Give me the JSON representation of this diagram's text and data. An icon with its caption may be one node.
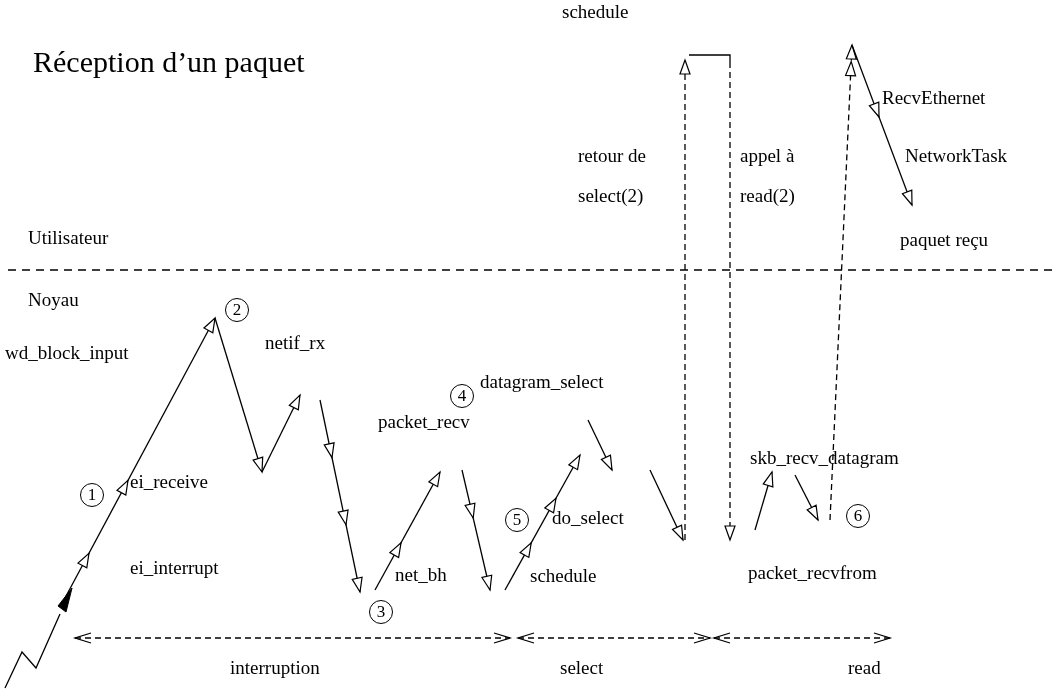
{
  "diagram": {
    "title": "Réception d’un paquet",
    "nodes": [
      {
        "text": [
          "1"
        ]
      },
      {
        "text": [
          "2"
        ]
      },
      {
        "text": [
          "3"
        ]
      },
      {
        "text": [
          "4"
        ]
      },
      {
        "text": [
          "5"
        ]
      },
      {
        "text": [
          "6"
        ]
      }
    ],
    "labels": [
      "schedule",
      "RecvEthernet",
      "retour de select(2)",
      "appel à read(2)",
      "NetworkTask",
      "Utilisateur",
      "paquet reçu",
      "Noyau",
      "wd_block_input",
      "netif_rx",
      "datagram_select",
      "packet_recv",
      "skb_recv_datagram",
      "ei_receive",
      "do_select",
      "ei_interrupt",
      "net_bh",
      "schedule",
      "packet_recvfrom",
      "interruption",
      "select",
      "read"
    ]
  }
}
